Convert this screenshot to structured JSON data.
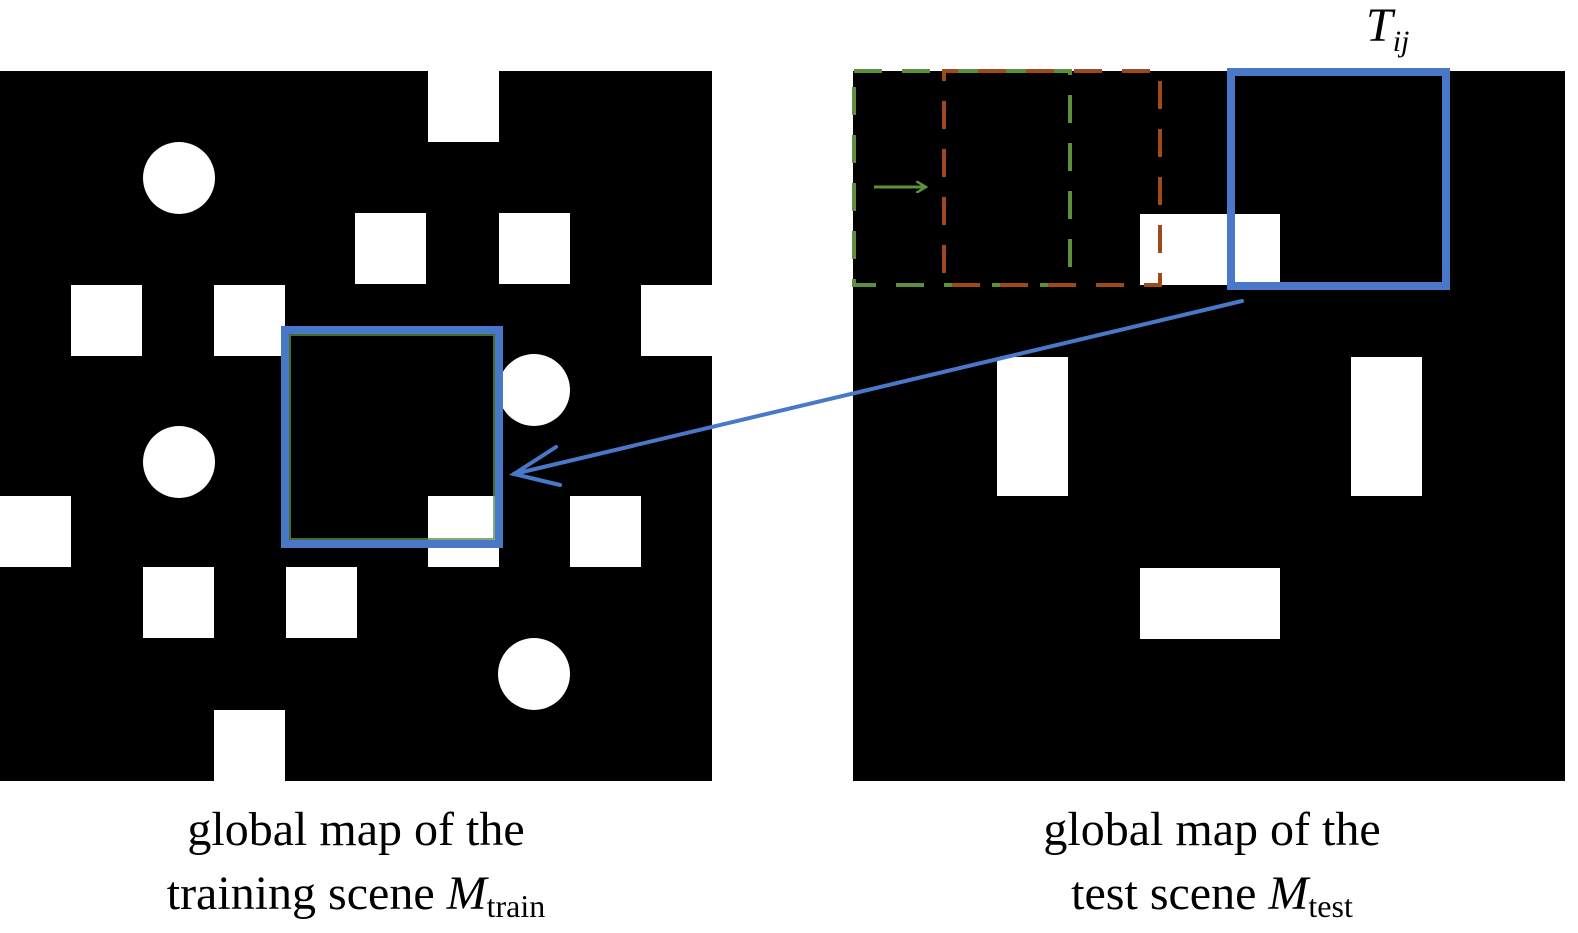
{
  "left_caption": {
    "line1": "global map of the",
    "line2_prefix": "training scene ",
    "symbol": "M",
    "subscript": "train"
  },
  "right_caption": {
    "line1": "global map of the",
    "line2_prefix": "test scene ",
    "symbol": "M",
    "subscript": "test"
  },
  "window_label": {
    "symbol": "T",
    "subscript": "ij"
  },
  "colors": {
    "map_background": "#000000",
    "obstacle": "#ffffff",
    "match_window": "#4a78c8",
    "sliding_window_current": "#5e8f3b",
    "sliding_window_next": "#a0491b",
    "arrow": "#4a78c8"
  }
}
